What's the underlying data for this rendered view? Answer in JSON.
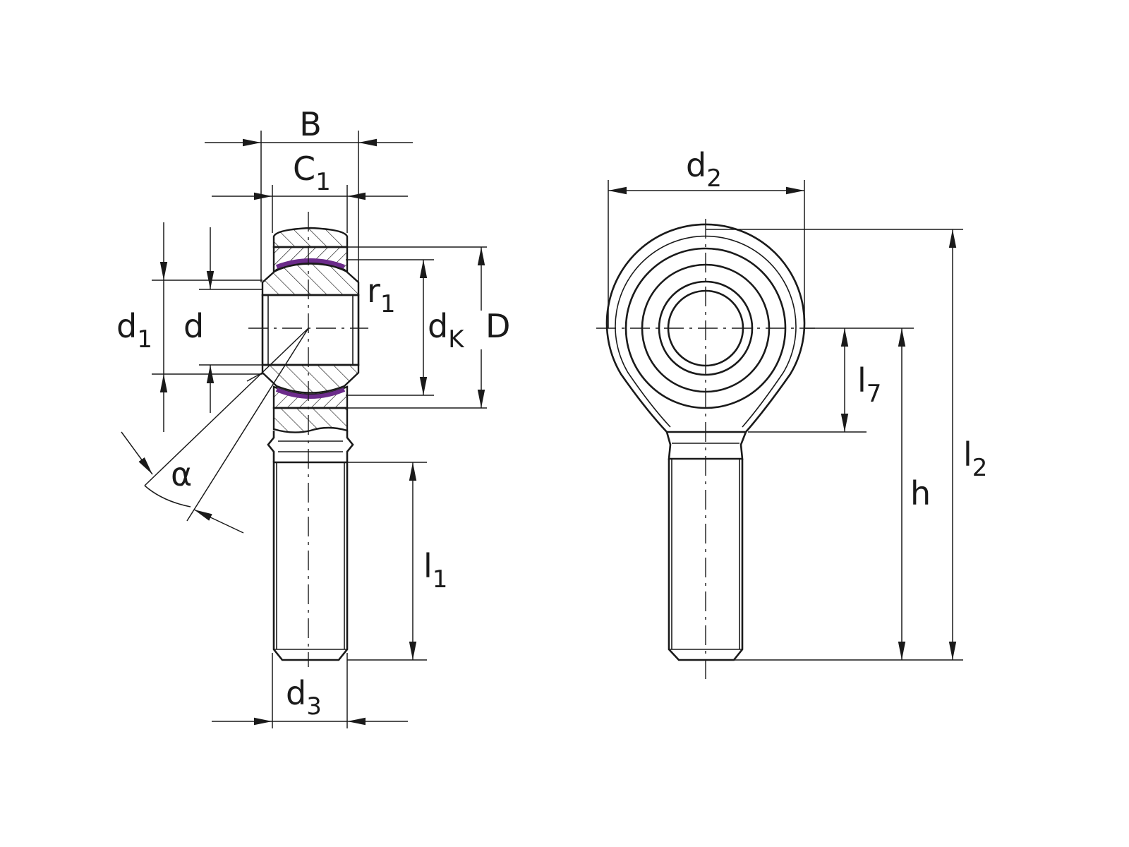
{
  "colors": {
    "line": "#1a1a1a",
    "liner": "#6b2b8a",
    "background": "#ffffff"
  },
  "labels": {
    "B": {
      "main": "B"
    },
    "C1": {
      "main": "C",
      "sub": "1"
    },
    "d1": {
      "main": "d",
      "sub": "1"
    },
    "d": {
      "main": "d"
    },
    "r1": {
      "main": "r",
      "sub": "1"
    },
    "dK": {
      "main": "d",
      "sub": "K"
    },
    "D": {
      "main": "D"
    },
    "alpha": {
      "main": "α"
    },
    "l1": {
      "main": "l",
      "sub": "1"
    },
    "d3": {
      "main": "d",
      "sub": "3"
    },
    "d2": {
      "main": "d",
      "sub": "2"
    },
    "l7": {
      "main": "l",
      "sub": "7"
    },
    "h": {
      "main": "h"
    },
    "l2": {
      "main": "l",
      "sub": "2"
    }
  }
}
